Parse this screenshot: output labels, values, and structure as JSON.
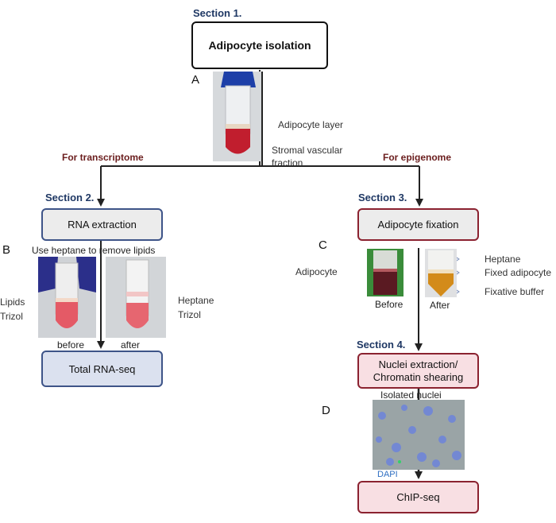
{
  "sections": {
    "s1": "Section 1.",
    "s2": "Section 2.",
    "s3": "Section 3.",
    "s4": "Section 4."
  },
  "boxes": {
    "adipocyte_isolation": "Adipocyte isolation",
    "rna_extraction": "RNA extraction",
    "total_rnaseq": "Total RNA-seq",
    "adipocyte_fixation": "Adipocyte fixation",
    "nuclei_extraction_line1": "Nuclei extraction/",
    "nuclei_extraction_line2": "Chromatin shearing",
    "chipseq": "ChIP-seq"
  },
  "branches": {
    "transcriptome": "For transcriptome",
    "epigenome": "For epigenome"
  },
  "panels": {
    "a": "A",
    "b": "B",
    "c": "C",
    "d": "D"
  },
  "labels": {
    "adipocyte_layer": "Adipocyte layer",
    "stromal_line1": "Stromal vascular",
    "stromal_line2": "fraction",
    "heptane_note": "Use heptane to remove lipids",
    "lipids": "Lipids",
    "trizol_left": "Trizol",
    "heptane_b": "Heptane",
    "trizol_right": "Trizol",
    "before_b": "before",
    "after_b": "after",
    "adipocyte_c": "Adipocyte",
    "before_c": "Before",
    "after_c": "After",
    "heptane_c": "Heptane",
    "fixed_adipocyte": "Fixed adipocyte",
    "fixative_buffer": "Fixative buffer",
    "isolated_nuclei": "Isolated nuclei",
    "dapi": "DAPI"
  },
  "colors": {
    "section_text": "#1f3864",
    "branch_text": "#6b1e1e",
    "transcriptome_border": "#3e5488",
    "epigenome_border": "#8b2230",
    "total_rnaseq_fill": "#dbe1ef",
    "epigenome_fill": "#f8dfe3"
  }
}
